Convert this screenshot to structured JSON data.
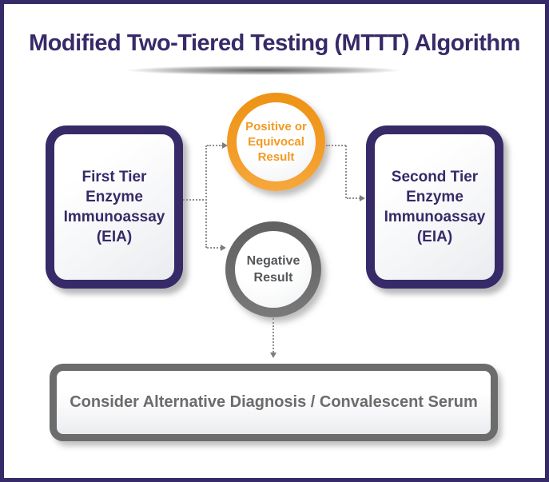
{
  "title": "Modified Two-Tiered Testing (MTTT) Algorithm",
  "nodes": {
    "first_tier": {
      "lines": [
        "First Tier",
        "Enzyme",
        "Immunoassay",
        "(EIA)"
      ]
    },
    "second_tier": {
      "lines": [
        "Second Tier",
        "Enzyme",
        "Immunoassay",
        "(EIA)"
      ]
    },
    "positive": {
      "lines": [
        "Positive or",
        "Equivocal",
        "Result"
      ]
    },
    "negative": {
      "lines": [
        "Negative",
        "Result"
      ]
    },
    "outcome": {
      "label": "Consider Alternative Diagnosis / Convalescent Serum"
    }
  },
  "colors": {
    "purple": "#372a68",
    "orange": "#f19a24",
    "gray_ring": "#6c6c6c",
    "gray_text": "#6b6b6b",
    "negative_text": "#54575a",
    "connector": "#8f8f8f"
  }
}
